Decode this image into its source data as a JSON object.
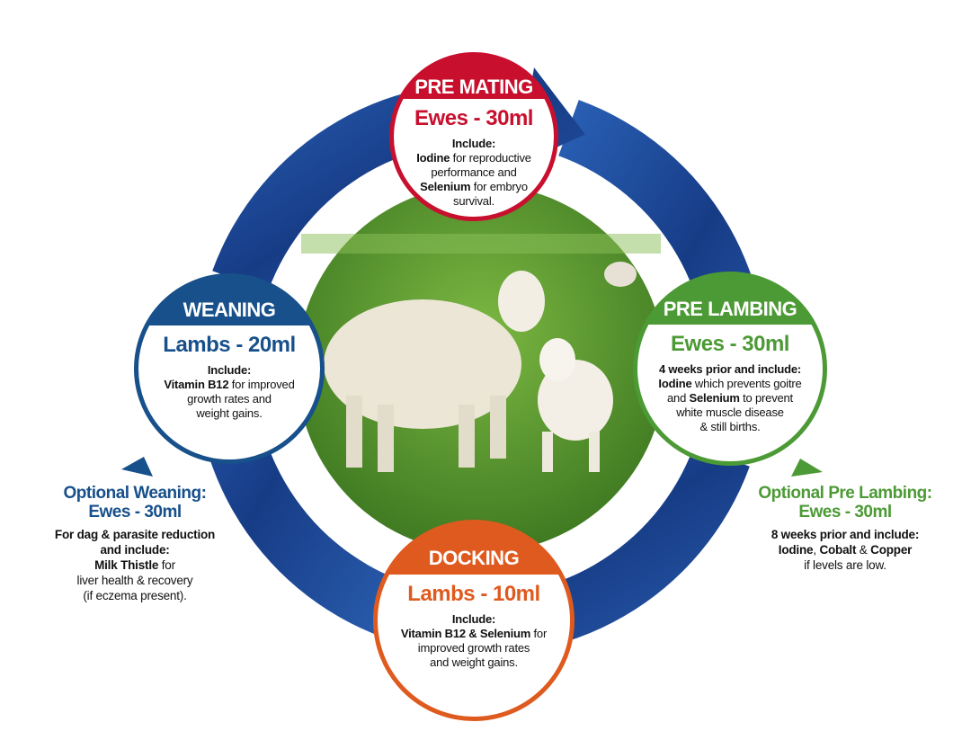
{
  "colors": {
    "ring": "#1d3f8c",
    "pre_mating": "#c8102e",
    "pre_lambing": "#4c9a35",
    "docking": "#df5a1e",
    "weaning": "#17508a",
    "photo_grass": "#5f9a33"
  },
  "photo": {
    "description_icon": "sheep-and-lamb-photo"
  },
  "stages": [
    {
      "key": "pre_mating",
      "title": "PRE MATING",
      "dose": "Ewes - 30ml",
      "lines": [
        [
          {
            "b": "Include:"
          }
        ],
        [
          {
            "b": "Iodine"
          },
          {
            "t": " for reproductive"
          }
        ],
        [
          {
            "t": "performance and"
          }
        ],
        [
          {
            "b": "Selenium"
          },
          {
            "t": " for embryo"
          }
        ],
        [
          {
            "t": "survival."
          }
        ]
      ]
    },
    {
      "key": "pre_lambing",
      "title": "PRE LAMBING",
      "dose": "Ewes - 30ml",
      "lines": [
        [
          {
            "b": "4 weeks prior and include:"
          }
        ],
        [
          {
            "b": "Iodine"
          },
          {
            "t": " which prevents goitre"
          }
        ],
        [
          {
            "t": "and "
          },
          {
            "b": "Selenium"
          },
          {
            "t": " to prevent"
          }
        ],
        [
          {
            "t": "white muscle disease"
          }
        ],
        [
          {
            "t": "& still births."
          }
        ]
      ]
    },
    {
      "key": "docking",
      "title": "DOCKING",
      "dose": "Lambs - 10ml",
      "lines": [
        [
          {
            "b": "Include:"
          }
        ],
        [
          {
            "b": "Vitamin B12 & Selenium"
          },
          {
            "t": " for"
          }
        ],
        [
          {
            "t": "improved growth rates"
          }
        ],
        [
          {
            "t": "and weight gains."
          }
        ]
      ]
    },
    {
      "key": "weaning",
      "title": "WEANING",
      "dose": "Lambs - 20ml",
      "lines": [
        [
          {
            "b": "Include:"
          }
        ],
        [
          {
            "b": "Vitamin B12"
          },
          {
            "t": " for improved"
          }
        ],
        [
          {
            "t": "growth rates and"
          }
        ],
        [
          {
            "t": "weight gains."
          }
        ]
      ]
    }
  ],
  "optional": [
    {
      "key": "weaning",
      "title1": "Optional Weaning:",
      "title2": "Ewes - 30ml",
      "lines": [
        [
          {
            "b": "For dag & parasite reduction"
          }
        ],
        [
          {
            "b": "and include:"
          }
        ],
        [
          {
            "b": "Milk Thistle"
          },
          {
            "t": " for"
          }
        ],
        [
          {
            "t": "liver health & recovery"
          }
        ],
        [
          {
            "t": "(if eczema present)."
          }
        ]
      ]
    },
    {
      "key": "pre_lambing",
      "title1": "Optional Pre Lambing:",
      "title2": "Ewes - 30ml",
      "lines": [
        [
          {
            "b": "8 weeks prior and include:"
          }
        ],
        [
          {
            "b": "Iodine"
          },
          {
            "t": ", "
          },
          {
            "b": "Cobalt"
          },
          {
            "t": " & "
          },
          {
            "b": "Copper"
          }
        ],
        [
          {
            "t": "if levels are low."
          }
        ]
      ]
    }
  ]
}
